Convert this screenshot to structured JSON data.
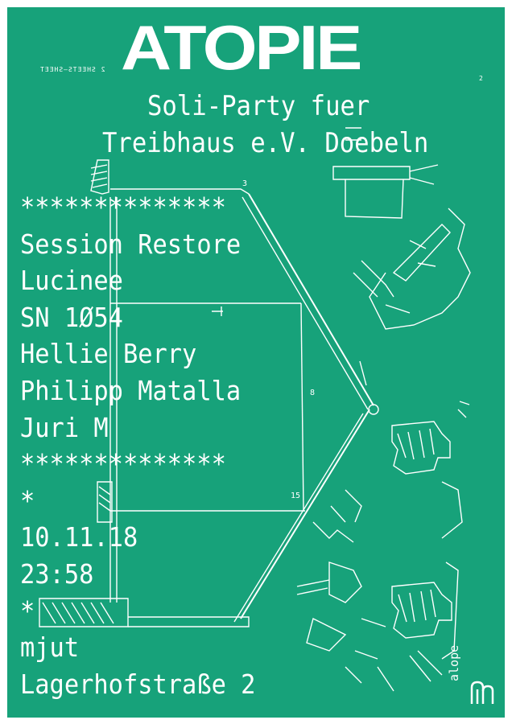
{
  "poster": {
    "title": "ATOPIE",
    "tiny_mirror_text": "2 SHEETS—SHEET",
    "tiny_number": "2",
    "subtitle_line1": "Soli-Party fuer",
    "subtitle_line2": "Treibhaus e.V. Doebeln",
    "lineup": [
      "**************",
      "Session Restore",
      "Lucinee",
      "SN 1Ø54",
      "Hellie Berry",
      "Philipp Matalla",
      "Juri M",
      "**************",
      "*",
      "10.11.18",
      "23:58",
      "*",
      "mjut",
      "Lagerhofstraße 2"
    ],
    "logo_text": "alope",
    "colors": {
      "background": "#17a27a",
      "ink": "#ffffff"
    }
  }
}
